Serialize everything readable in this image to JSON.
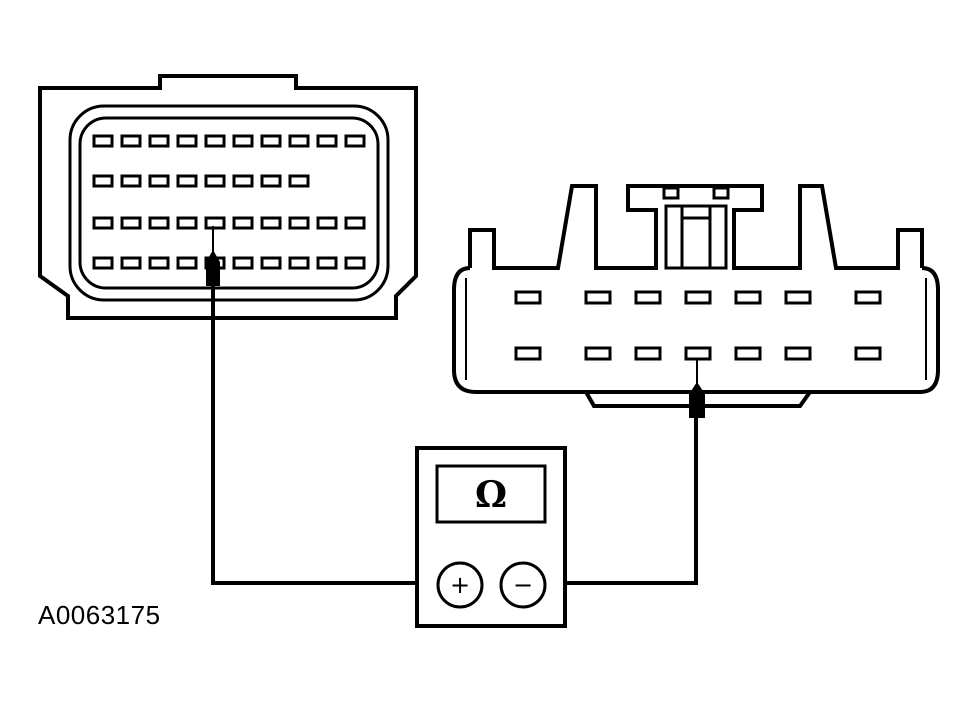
{
  "figure_id": "A0063175",
  "meter": {
    "symbol": "Ω",
    "positive_label": "+",
    "negative_label": "−"
  },
  "left_connector": {
    "rows": [
      10,
      8,
      10,
      10
    ],
    "probe_row": 3,
    "probe_pin": 5
  },
  "right_connector": {
    "rows": [
      7,
      7
    ],
    "probe_row": 2,
    "probe_pin": 4
  },
  "colors": {
    "line": "#000000",
    "background": "#ffffff"
  }
}
